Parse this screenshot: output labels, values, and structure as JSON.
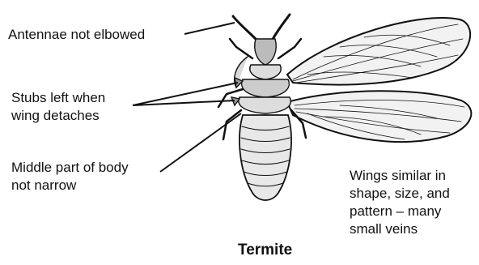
{
  "labels": {
    "antennae": "Antennae not elbowed",
    "stubs": "Stubs left when\nwing detaches",
    "middle": "Middle part of body\nnot narrow",
    "wings": "Wings similar in\nshape, size, and\npattern – many\nsmall veins"
  },
  "title": "Termite",
  "colors": {
    "ink": "#111111",
    "background": "#ffffff"
  }
}
